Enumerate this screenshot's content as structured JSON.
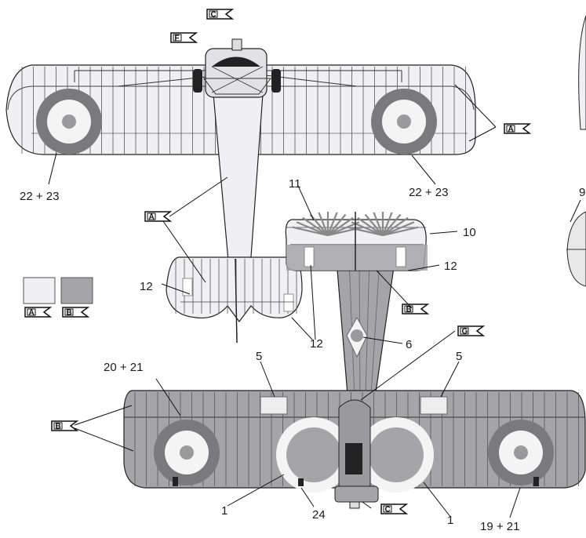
{
  "colors": {
    "A": "#f0f0f2",
    "B": "#a5a5a7",
    "roundel_outer": "#7a7a7c",
    "roundel_white": "#f4f4f4",
    "roundel_center": "#9a9a9c",
    "outline": "#222222",
    "cowl": "#222222"
  },
  "flags": {
    "A": "A",
    "B": "B",
    "C": "C",
    "F": "F",
    "G": "G"
  },
  "callouts": {
    "upper_left_roundel": "22 + 23",
    "upper_right_roundel": "22 + 23",
    "tail_upper_9": "9",
    "tail_upper_11": "11",
    "tail_upper_10": "10",
    "tail_upper_12_right": "12",
    "tail_upper_12_left": "12",
    "tail_left_12": "12",
    "fuselage_6": "6",
    "lower_left_20": "20 + 21",
    "lower_5_left": "5",
    "lower_5_right": "5",
    "lower_1_left": "1",
    "lower_1_right": "1",
    "lower_24": "24",
    "lower_19": "19 + 21"
  },
  "swatches": [
    {
      "key": "A",
      "color_ref": "A"
    },
    {
      "key": "B",
      "color_ref": "B"
    }
  ]
}
